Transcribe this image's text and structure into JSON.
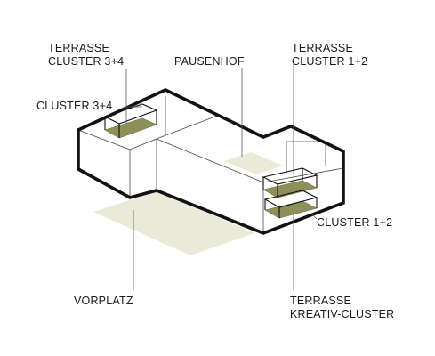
{
  "labels": {
    "terrasse_cluster_34": [
      "TERRASSE",
      "CLUSTER 3+4"
    ],
    "cluster_34": "CLUSTER 3+4",
    "pausenhof": "PAUSENHOF",
    "terrasse_cluster_12": [
      "TERRASSE",
      "CLUSTER 1+2"
    ],
    "cluster_12": "CLUSTER 1+2",
    "vorplatz": "VORPLATZ",
    "terrasse_kreativ": [
      "TERRASSE",
      "KREATIV-CLUSTER"
    ]
  },
  "colors": {
    "terrace_fill": "#8f8f5a",
    "ground_fill": "#e9ead8",
    "outline": "#111111",
    "thin_line": "#4a4a4a"
  }
}
